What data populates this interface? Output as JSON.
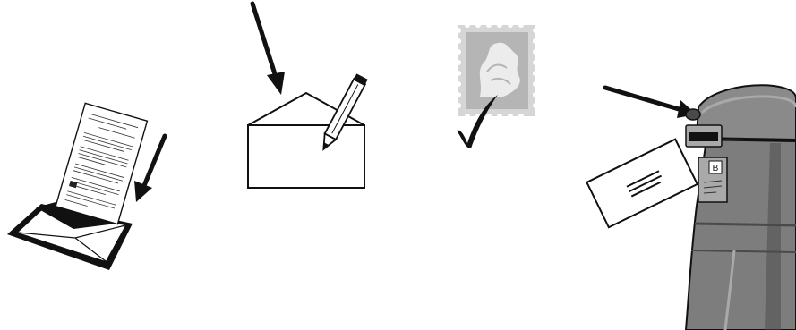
{
  "colors": {
    "background": "#ffffff",
    "ink": "#111111",
    "stamp_gray": "#b5b5b5",
    "stamp_light": "#d6d6d6",
    "postbox_body": "#7d7d7d",
    "postbox_dark": "#4a4a4a",
    "postbox_light": "#a9a9a9"
  },
  "steps": [
    {
      "id": "insert-document",
      "icons": [
        "document-icon",
        "envelope-open-icon",
        "arrow-down-icon"
      ]
    },
    {
      "id": "write-address",
      "icons": [
        "envelope-icon",
        "pencil-icon",
        "arrow-down-icon"
      ]
    },
    {
      "id": "attach-stamp",
      "icons": [
        "postage-stamp-icon",
        "checkmark-icon"
      ]
    },
    {
      "id": "post-letter",
      "icons": [
        "postbox-icon",
        "letter-icon",
        "arrow-icon"
      ]
    }
  ],
  "postbox": {
    "slot_plate_text": "B"
  }
}
